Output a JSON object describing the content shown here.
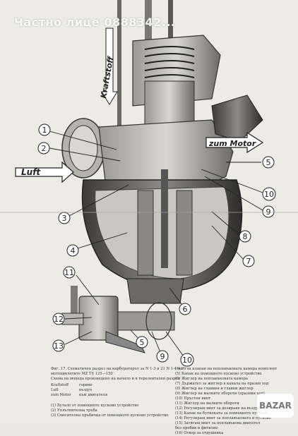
{
  "watermark": "Частно лице 0888342...",
  "diagram_labels": {
    "fuel": "Kraftstoff",
    "air": "Luft",
    "engine": "zum Motor"
  },
  "main_callouts": [
    "1",
    "2",
    "3",
    "4",
    "5",
    "6",
    "7",
    "8",
    "9",
    "10"
  ],
  "inset_callouts": [
    "11",
    "12",
    "13",
    "5",
    "9",
    "10"
  ],
  "caption": {
    "title_lines": [
      "Фиг. 17. Схематичен разрез на карбураторът за N 1-3 и 21 N 1-4 на",
      "мотоциклетите MZ TS 125—150",
      "Схема на мопеда произведено на начало и в терелентален разрез"
    ],
    "legend_pairs": [
      {
        "de": "Kraftstoff",
        "bg": "гориво"
      },
      {
        "de": "Luft",
        "bg": "въздух"
      },
      {
        "de": "zum Motor",
        "bg": "към двигателя"
      }
    ],
    "left_items": [
      "(1) Бутало от помощното пусково устройство",
      "(2) Уплътнителна тръба",
      "(3) Смесителна пръбичка от помощното пусково устройство"
    ],
    "right_items": [
      "(4) Игла клапан на поплавъковата камера комплект",
      "(5) Капак на помощното пусково устройство",
      "(6) Жиглер на поплавъковата камера",
      "(7) Държател за жиглер в канала на празен ход",
      "(8) Жиглер на главния и главни жиглер",
      "(9) Жиглер на малките обороти (празния ход)",
      "(10) Пръстен винт",
      "(11) Жиглер на малките обороти",
      "(12) Регулиращ винт за дозиране на въздуха",
      "(13) Капак на бутилката за помощното пусково",
      "(14) Регулиращ винт за поплавъковата и пусково",
      "(15) Затягащ винт за поплавъкова двигател",
      "     без пробив и фитилно",
      "(16) Отвор за отдушника"
    ]
  },
  "badge": "BAZAR"
}
